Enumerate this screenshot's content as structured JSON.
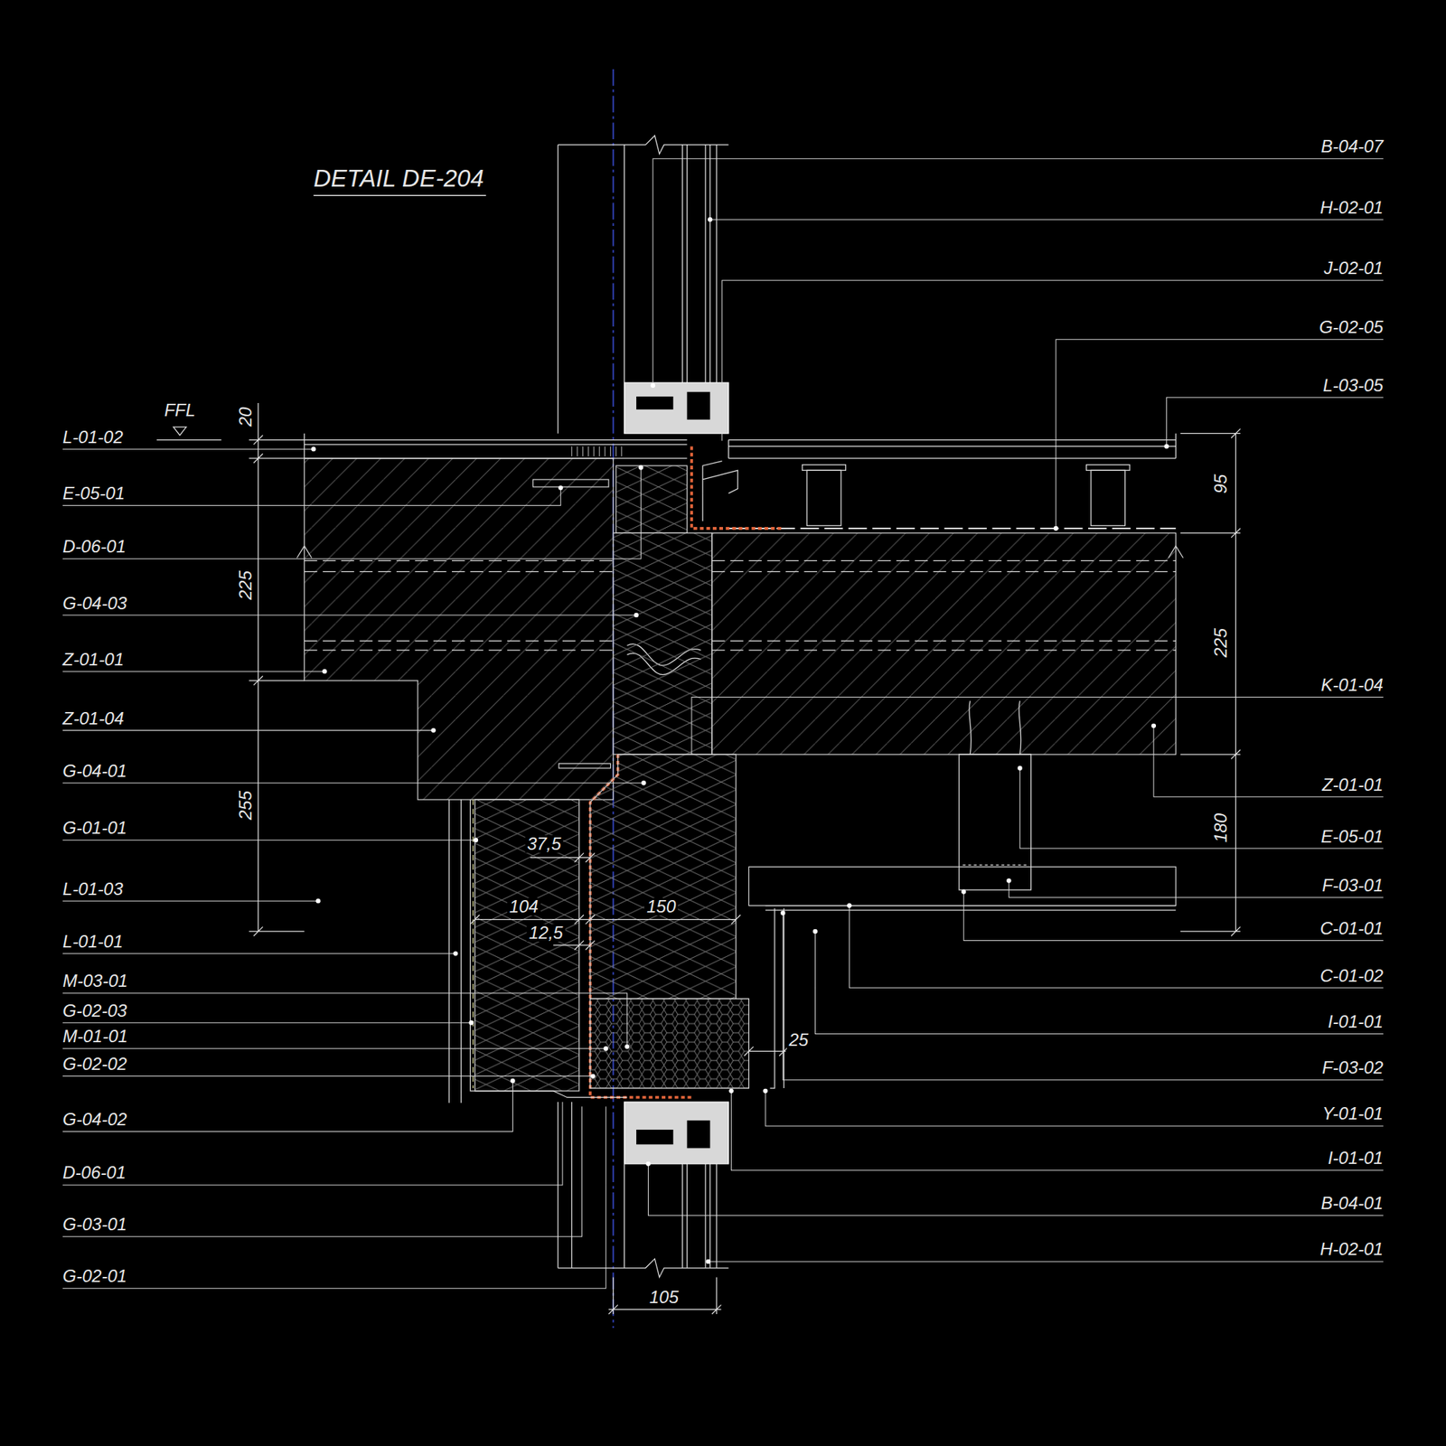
{
  "diagram": {
    "title": "DETAIL DE-204",
    "labels": [
      "B-04-07",
      "H-02-01",
      "J-02-01",
      "G-02-05",
      "L-03-05",
      "FFL",
      "20",
      "L-01-02",
      "95",
      "E-05-01",
      "D-06-01",
      "225",
      "G-04-03",
      "225",
      "Z-01-01",
      "K-01-04",
      "Z-01-04",
      "G-04-01",
      "Z-01-01",
      "255",
      "180",
      "G-01-01",
      "E-05-01",
      "37,5",
      "F-03-01",
      "L-01-03",
      "104",
      "150",
      "C-01-01",
      "12,5",
      "L-01-01",
      "C-01-02",
      "M-03-01",
      "G-02-03",
      "I-01-01",
      "M-01-01",
      "25",
      "G-02-02",
      "F-03-02",
      "Y-01-01",
      "G-04-02",
      "I-01-01",
      "D-06-01",
      "B-04-01",
      "G-03-01",
      "H-02-01",
      "G-02-01",
      "105"
    ]
  }
}
